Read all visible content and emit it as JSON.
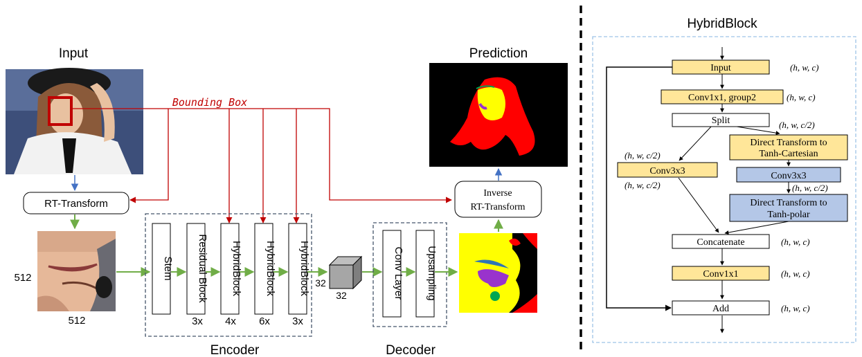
{
  "colors": {
    "red": "#c00000",
    "green": "#70ad47",
    "blue": "#4472c4",
    "navy": "#44546a",
    "yellow_box": "#ffe699",
    "blue_box": "#b4c7e7",
    "panel_border": "#9dc3e6"
  },
  "left": {
    "input_title": "Input",
    "bounding_box_label": "Bounding Box",
    "rt_transform_label": "RT-Transform",
    "dim_left": "512",
    "dim_bottom": "512",
    "prediction_title": "Prediction",
    "inverse_line1": "Inverse",
    "inverse_line2": "RT-Transform",
    "encoder_label": "Encoder",
    "decoder_label": "Decoder",
    "cube_dim_left": "32",
    "cube_dim_bottom": "32",
    "encoder_blocks": [
      {
        "label": "Stem",
        "repeat": ""
      },
      {
        "label": "Residual Block",
        "repeat": "3x"
      },
      {
        "label": "HybridBlock",
        "repeat": "4x"
      },
      {
        "label": "HybridBlock",
        "repeat": "6x"
      },
      {
        "label": "HybridBlock",
        "repeat": "3x"
      }
    ],
    "decoder_blocks": [
      {
        "label": "Conv Layer"
      },
      {
        "label": "Upsampling"
      }
    ]
  },
  "right": {
    "title": "HybridBlock",
    "nodes": {
      "input": "Input",
      "conv1x1_group2": "Conv1x1, group2",
      "split": "Split",
      "direct_cartesian_1": "Direct Transform to",
      "direct_cartesian_2": "Tanh-Cartesian",
      "conv3x3_left": "Conv3x3",
      "conv3x3_right": "Conv3x3",
      "direct_polar_1": "Direct Transform to",
      "direct_polar_2": "Tanh-polar",
      "concatenate": "Concatenate",
      "conv1x1": "Conv1x1",
      "add": "Add"
    },
    "shapes": {
      "input": "(h, w, c)",
      "conv1x1_group2": "(h, w, c)",
      "split_out": "(h, w, c/2)",
      "left_in": "(h, w, c/2)",
      "left_out": "(h, w, c/2)",
      "right_mid": "(h, w, c/2)",
      "concatenate": "(h, w, c)",
      "conv1x1": "(h, w, c)",
      "add": "(h, w, c)"
    }
  }
}
